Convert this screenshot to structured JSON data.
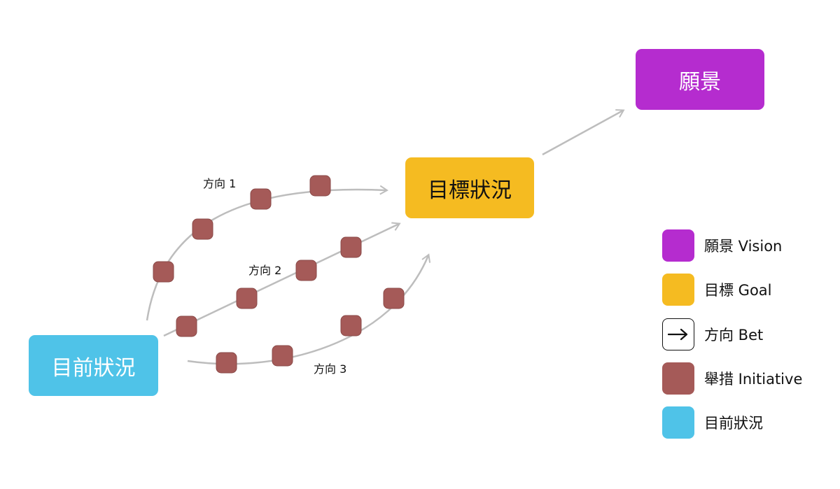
{
  "colors": {
    "vision": "#b52ccf",
    "goal": "#f5bb21",
    "initiative": "#a55a58",
    "current": "#4fc3e8",
    "arrow": "#bdbdbd"
  },
  "nodes": {
    "vision": "願景",
    "goal": "目標狀況",
    "current": "目前狀況"
  },
  "bets": [
    {
      "label": "方向 1",
      "initiatives": 4
    },
    {
      "label": "方向 2",
      "initiatives": 4
    },
    {
      "label": "方向 3",
      "initiatives": 4
    }
  ],
  "legend": [
    {
      "icon": "purple-square",
      "label": "願景 Vision"
    },
    {
      "icon": "yellow-square",
      "label": "目標 Goal"
    },
    {
      "icon": "arrow-right-icon",
      "label": "方向 Bet"
    },
    {
      "icon": "brown-square",
      "label": "舉措 Initiative"
    },
    {
      "icon": "blue-square",
      "label": "目前狀況"
    }
  ]
}
